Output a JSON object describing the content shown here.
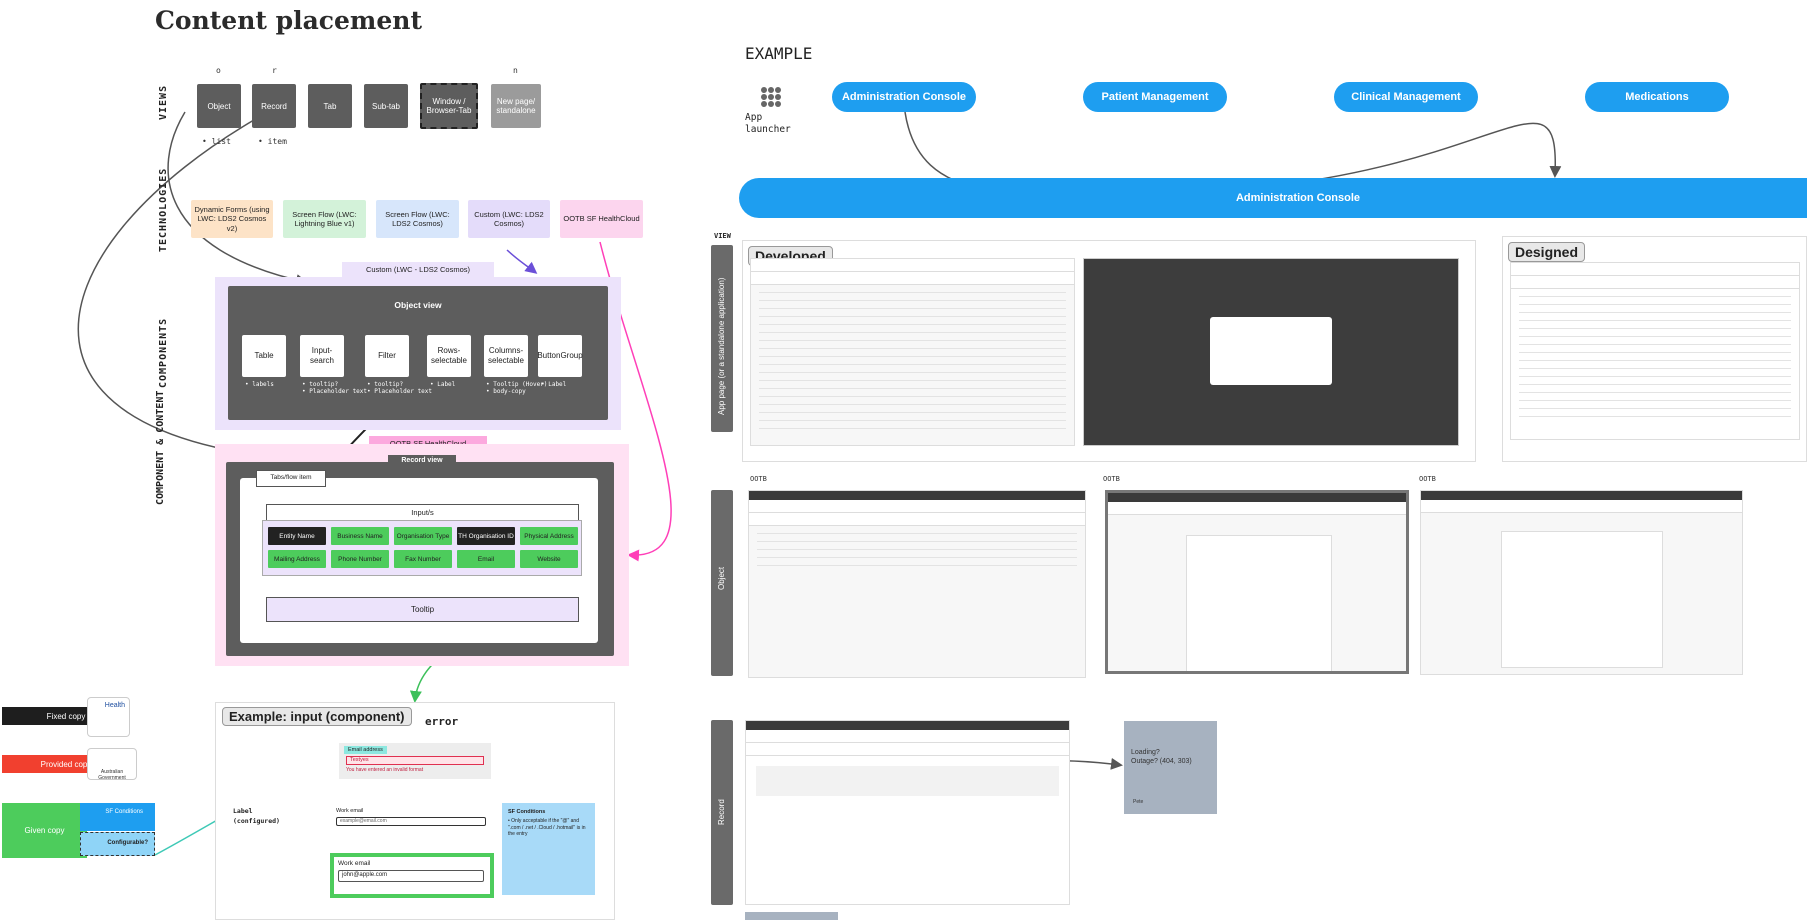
{
  "title": "Content placement",
  "left": {
    "section_labels": {
      "views": "VIEWS",
      "technologies": "TECHNOLOGIES",
      "components": "COMPONENTS",
      "component_content": [
        "COMPONENT",
        "&",
        "CONTENT"
      ]
    },
    "view_letters": [
      "o",
      "r",
      "n"
    ],
    "views": [
      "Object",
      "Record",
      "Tab",
      "Sub-tab",
      "Window / Browser-Tab",
      "New page/ standalone"
    ],
    "view_notes": [
      "• list",
      "• item"
    ],
    "technologies": [
      "Dynamic Forms (using LWC: LDS2 Cosmos v2)",
      "Screen Flow (LWC: Lightning Blue v1)",
      "Screen Flow (LWC: LDS2 Cosmos)",
      "Custom (LWC: LDS2 Cosmos)",
      "OOTB SF HealthCloud"
    ],
    "custom_tab": "Custom (LWC - LDS2 Cosmos)",
    "object_view": "Object view",
    "components": [
      "Table",
      "Input-search",
      "Filter",
      "Rows-selectable",
      "Columns-selectable",
      "ButtonGroup"
    ],
    "component_notes": [
      "• labels",
      "• tooltip?\n• Placeholder text",
      "• tooltip?\n• Placeholder text",
      "• Label",
      "• Tooltip (Hover)\n• body-copy",
      "• Label"
    ],
    "ootb_tab": "OOTB SF HealthCloud",
    "record_view": "Record view",
    "tabs_flow": "Tabs/flow item",
    "inputs": "Input/s",
    "fields_row1": [
      "Entity Name",
      "Business Name",
      "Organisation Type",
      "TH Organisation ID",
      "Physical Address"
    ],
    "fields_row2": [
      "Mailing Address",
      "Phone Number",
      "Fax Number",
      "Email",
      "Website"
    ],
    "tooltip": "Tooltip",
    "legend": [
      "Fixed copy",
      "Provided copy",
      "Given copy"
    ],
    "legend_logos": [
      "Health",
      "Australian Government",
      "SF Conditions",
      "Configurable?"
    ],
    "example_title": "Example: input (component)",
    "example_error": "error",
    "email_label": "Email address",
    "email_value": "Testyes",
    "email_error": "You have entered an invalid format",
    "label_configured": "Label\n(configured)",
    "work_email_label": "Work email",
    "work_email_placeholder": "example@email.com",
    "work_email_label2": "Work email",
    "work_email_value": "john@apple.com",
    "sf_conditions_title": "SF Conditions",
    "sf_conditions_text": "• Only acceptable if the \"@\" and \".com / .net / .Cloud / .hotmail\" is in the entry"
  },
  "right": {
    "example_heading": "EXAMPLE",
    "app_launcher": "App launcher",
    "apps": [
      "Administration Console",
      "Patient Management",
      "Clinical Management",
      "Medications"
    ],
    "banner": "Administration Console",
    "view_label": "VIEW",
    "row_labels": [
      "App page (or a standalone application)",
      "Object",
      "Record"
    ],
    "developed": "Developed",
    "designed": "Designed",
    "ootb": [
      "OOTB",
      "OOTB",
      "OOTB"
    ],
    "loading_note": "Loading?\nOutage? (404, 303)",
    "loading_foot": "Pete"
  },
  "colors": {
    "pill": "#1e9ef0",
    "dark": "#5d5d5d",
    "green": "#4dcc5c",
    "pink": "#ff4fc1",
    "purple_bg": "#ece3fb",
    "pink_bg": "#ffe1f3"
  }
}
